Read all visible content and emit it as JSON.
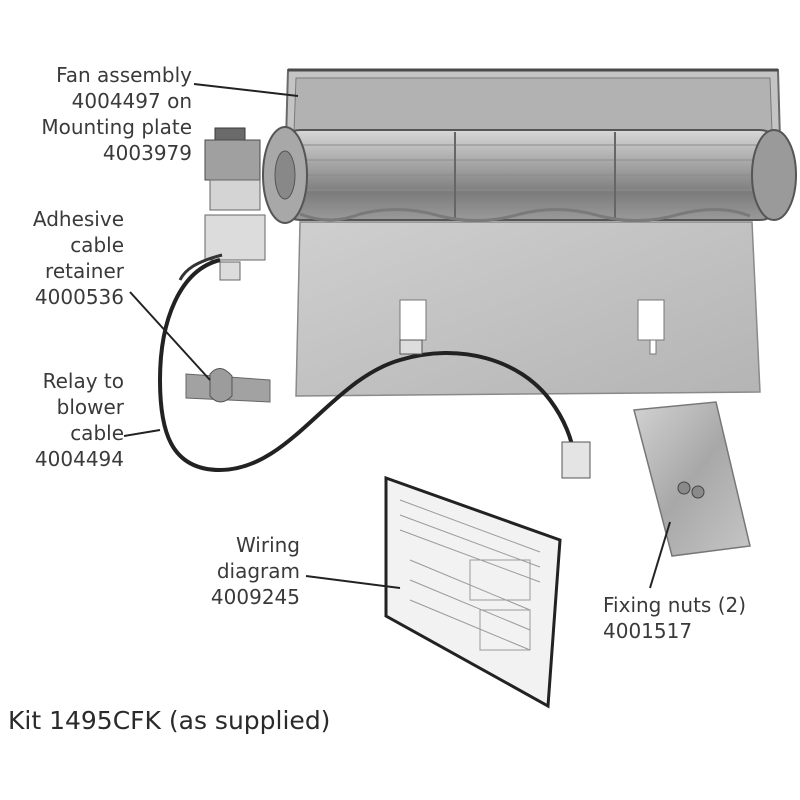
{
  "labels": {
    "fan_assembly": [
      "Fan assembly",
      "4004497 on",
      "Mounting plate",
      "4003979"
    ],
    "cable_retainer": [
      "Adhesive",
      "cable",
      "retainer",
      "4000536"
    ],
    "relay_cable": [
      "Relay to",
      "blower",
      "cable",
      "4004494"
    ],
    "wiring_diagram": [
      "Wiring",
      "diagram",
      "4009245"
    ],
    "fixing_nuts": [
      "Fixing nuts (2)",
      "4001517"
    ]
  },
  "caption": "Kit 1495CFK (as supplied)"
}
